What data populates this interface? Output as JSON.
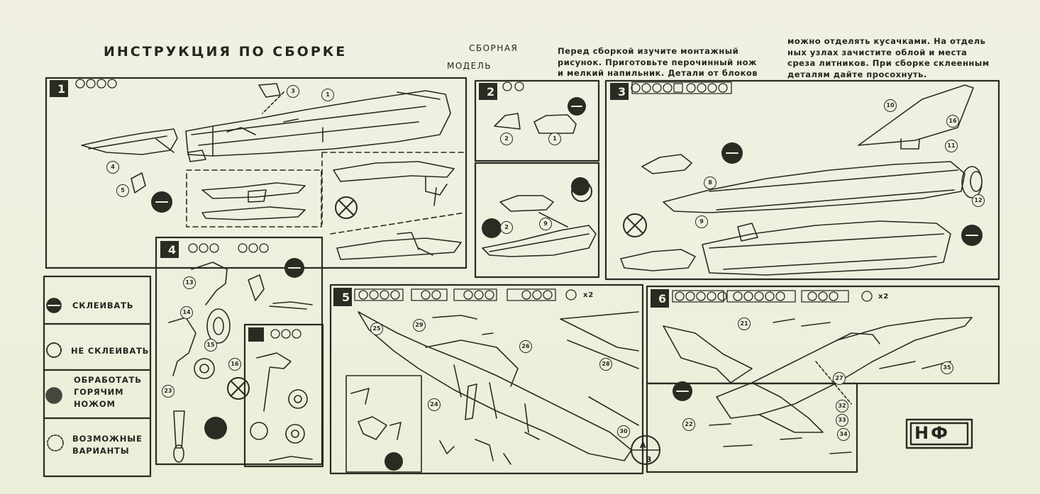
{
  "header": {
    "title": "ИНСТРУКЦИЯ  ПО  СБОРКЕ",
    "subtitle_1": "СБОРНАЯ",
    "subtitle_2": "МОДЕЛЬ",
    "note_col1": [
      "Перед  сборкой  изучите  монтажный",
      "рисунок. Приготовьте перочинный нож",
      "и мелкий  напильник.  Детали от блоков"
    ],
    "note_col2": [
      "можно отделять кусачками. На отдель",
      "ных узлах зачистите облой и места",
      "среза литников. При сборке склеенным",
      "деталям дайте просохнуть."
    ]
  },
  "legend": [
    {
      "label": "СКЛЕИВАТЬ",
      "icon": "glue-icon"
    },
    {
      "label": "НЕ СКЛЕИВАТЬ",
      "icon": "no-glue-icon"
    },
    {
      "label": "ОБРАБОТАТЬ ГОРЯЧИМ НОЖОМ",
      "icon": "hot-knife-icon"
    },
    {
      "label": "ВОЗМОЖНЫЕ ВАРИАНТЫ",
      "icon": "variants-icon"
    }
  ],
  "steps": [
    {
      "n": "1",
      "part_labels": [
        "1",
        "3",
        "4",
        "5"
      ]
    },
    {
      "n": "2",
      "part_labels": [
        "2",
        "1",
        "2",
        "9"
      ]
    },
    {
      "n": "3",
      "part_labels": [
        "10",
        "11",
        "12",
        "16",
        "8",
        "9"
      ]
    },
    {
      "n": "4",
      "part_labels": [
        "13",
        "14",
        "15",
        "16",
        "23"
      ]
    },
    {
      "n": "5",
      "part_labels": [
        "25",
        "24",
        "26",
        "28",
        "29",
        "30"
      ]
    },
    {
      "n": "6",
      "part_labels": [
        "21",
        "22",
        "27",
        "32",
        "33",
        "34",
        "35"
      ]
    }
  ],
  "misc": {
    "scale_marker": "x2",
    "variant_a": "A",
    "variant_b": "B",
    "brand": "НФ"
  }
}
